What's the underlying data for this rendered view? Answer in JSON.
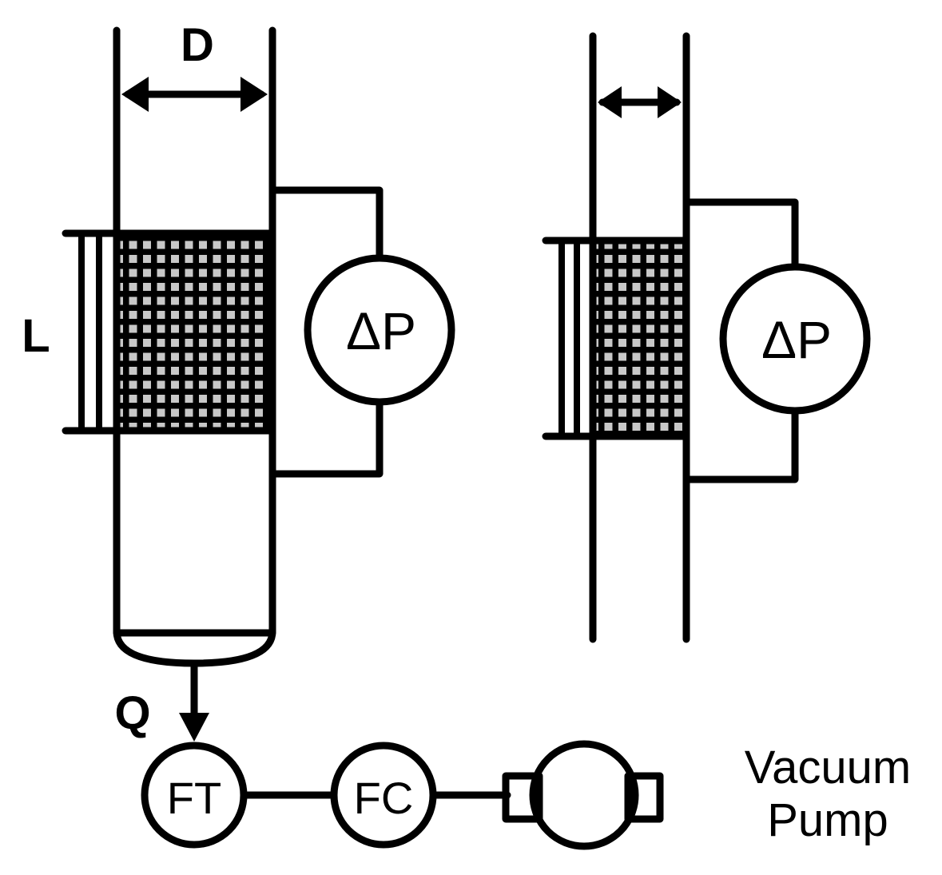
{
  "labels": {
    "diameter": "D",
    "length": "L",
    "flow": "Q",
    "dp_left": "ΔP",
    "dp_right": "ΔP",
    "flow_transmitter": "FT",
    "flow_controller": "FC",
    "vacuum_line1": "Vacuum",
    "vacuum_line2": "Pump"
  },
  "colors": {
    "line": "#000000",
    "packing_fill": "#c8c8c8",
    "background": "#ffffff"
  }
}
